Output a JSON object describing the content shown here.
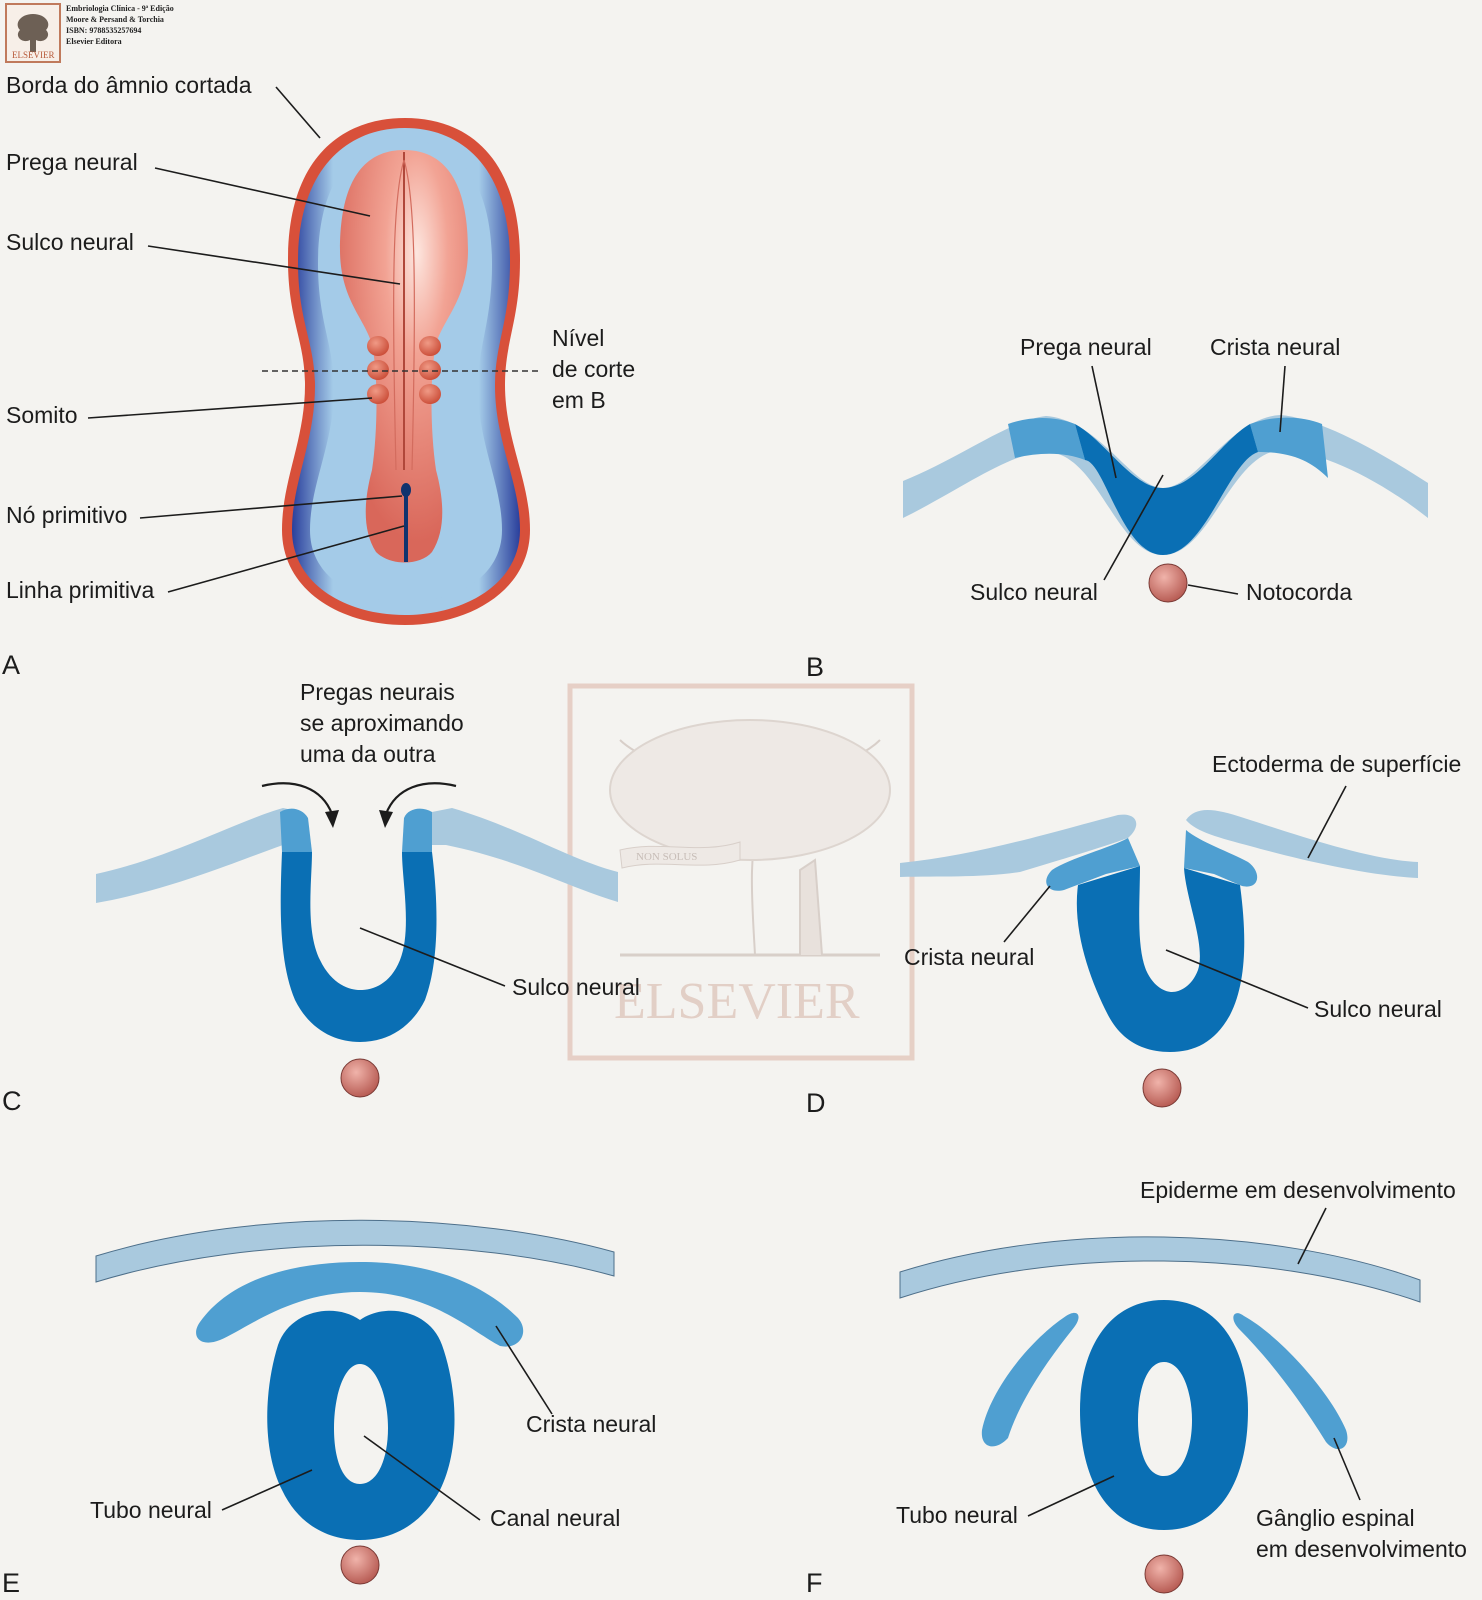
{
  "header": {
    "logo_word": "ELSEVIER",
    "lines": [
      "Embriologia Clínica - 9ª Edição",
      "Moore & Persand & Torchia",
      "ISBN: 9788535257694",
      "Elsevier Editora"
    ]
  },
  "watermark": {
    "word": "ELSEVIER",
    "motto": "NON SOLUS"
  },
  "panels": {
    "a": {
      "letter": "A",
      "labels": {
        "amnion": "Borda do âmnio cortada",
        "neural_fold": "Prega neural",
        "neural_groove": "Sulco neural",
        "somite": "Somito",
        "primitive_node": "Nó primitivo",
        "primitive_streak": "Linha primitiva"
      },
      "section_level": [
        "Nível",
        "de corte",
        "em B"
      ]
    },
    "b": {
      "letter": "B",
      "labels": {
        "neural_fold": "Prega neural",
        "neural_crest": "Crista neural",
        "neural_groove": "Sulco neural",
        "notochord": "Notocorda"
      }
    },
    "c": {
      "letter": "C",
      "labels": {
        "approaching": [
          "Pregas neurais",
          "se aproximando",
          "uma da outra"
        ],
        "neural_groove": "Sulco neural"
      }
    },
    "d": {
      "letter": "D",
      "labels": {
        "surface_ectoderm": "Ectoderma de superfície",
        "neural_crest": "Crista neural",
        "neural_groove": "Sulco neural"
      }
    },
    "e": {
      "letter": "E",
      "labels": {
        "neural_crest": "Crista neural",
        "neural_tube": "Tubo neural",
        "neural_canal": "Canal neural"
      }
    },
    "f": {
      "letter": "F",
      "labels": {
        "epidermis": "Epiderme em desenvolvimento",
        "neural_tube": "Tubo neural",
        "spinal_ganglion": [
          "Gânglio espinal",
          "em desenvolvimento"
        ]
      }
    }
  },
  "colors": {
    "light_blue": "#a9c9de",
    "mid_blue": "#4f9fd1",
    "dark_blue": "#0a6fb4",
    "embryo_pink": "#e8877a",
    "amnion_red": "#d8503a",
    "notochord": "#c9706a"
  }
}
